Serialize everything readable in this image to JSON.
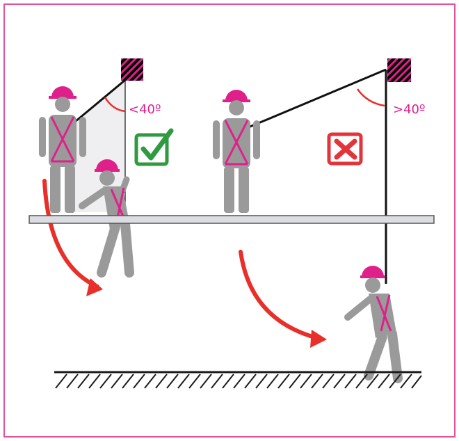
{
  "colors": {
    "frame_border": "#e0529b",
    "harness": "#e0208a",
    "helmet": "#e0208a",
    "figure": "#9a9a9a",
    "lanyard": "#111111",
    "anchor_hatch": "#e0208a",
    "ok": "#2f9a3f",
    "bad": "#e2343a",
    "swing_arrow": "#e82f2a",
    "platform_fill": "#dcdde2",
    "platform_stroke": "#555555",
    "ground": "#1a1a1a",
    "angle_arc": "#e82f2a",
    "angle_label": "#e0208a"
  },
  "left_scenario": {
    "angle_label": "<40º",
    "status_icon": "checkmark-icon",
    "status": "acceptable"
  },
  "right_scenario": {
    "angle_label": ">40º",
    "status_icon": "cross-icon",
    "status": "unacceptable"
  }
}
